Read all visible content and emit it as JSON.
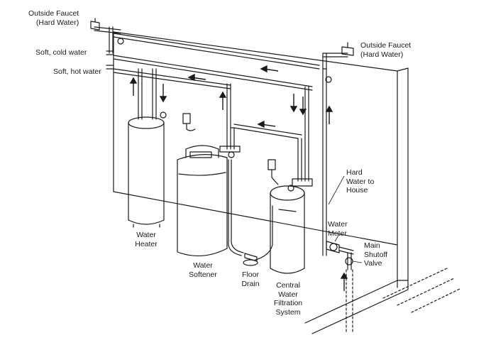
{
  "labels": {
    "faucet_left": [
      "Outside Faucet",
      "(Hard Water)"
    ],
    "faucet_right": [
      "Outside Faucet",
      "(Hard Water)"
    ],
    "soft_cold": "Soft, cold water",
    "soft_hot": "Soft, hot water",
    "hard_water": [
      "Hard",
      "Water to",
      "House"
    ],
    "water_meter": [
      "Water",
      "Meter"
    ],
    "main_shutoff": [
      "Main",
      "Shutoff",
      "Valve"
    ],
    "water_heater": [
      "Water",
      "Heater"
    ],
    "water_softener": [
      "Water",
      "Softener"
    ],
    "floor_drain": [
      "Floor",
      "Drain"
    ],
    "filtration": [
      "Central",
      "Water",
      "Filtration",
      "System"
    ]
  },
  "colors": {
    "line": "#1a1a1a",
    "paper": "#ffffff",
    "shade": "#d8d8d8"
  }
}
